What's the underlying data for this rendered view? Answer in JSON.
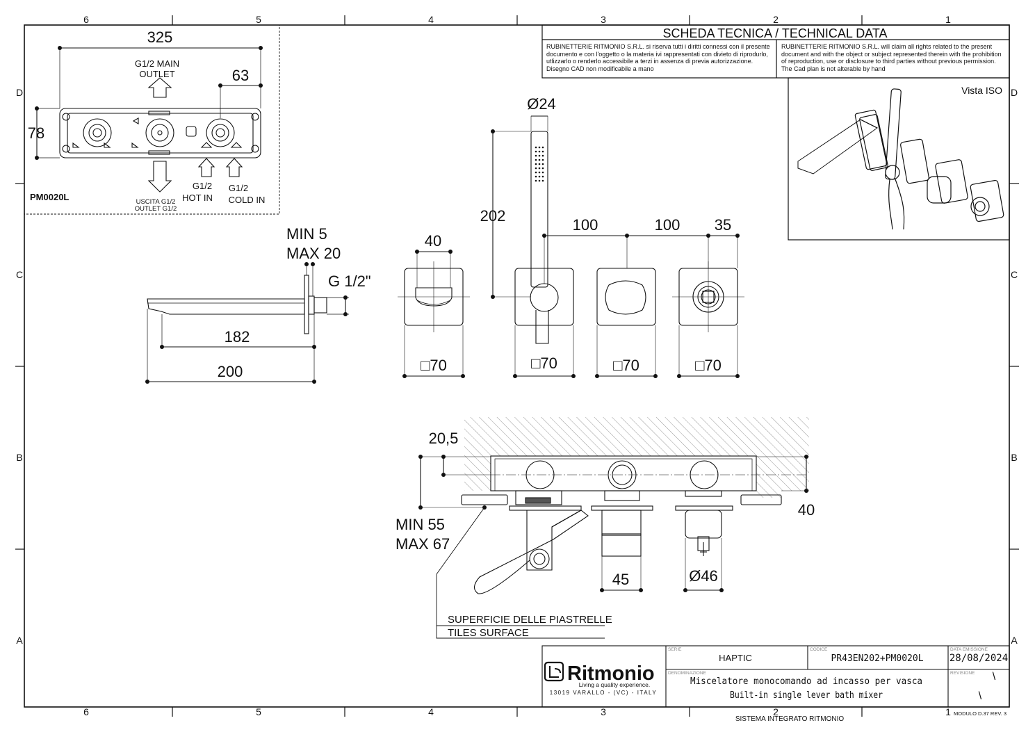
{
  "grid": {
    "columns": [
      "6",
      "5",
      "4",
      "3",
      "2",
      "1"
    ],
    "rows": [
      "D",
      "C",
      "B",
      "A"
    ]
  },
  "header": {
    "title": "SCHEDA TECNICA / TECHNICAL DATA",
    "notice_it": "RUBINETTERIE RITMONIO S.R.L. si riserva tutti i diritti connessi con il presente documento e con l'oggetto o la materia ivi rappresentati con divieto di riprodurlo, utlizzarlo o renderlo accessibile a terzi in assenza di previa autorizzazione. Disegno CAD non modificabile a mano",
    "notice_en": "RUBINETTERIE RITMONIO S.R.L. will claim all rights related to the present document and with the object or subject represented therein with the prohibition of reproduction, use or disclosure to third parties without previous permission. The Cad plan is not alterable by hand"
  },
  "iso_view": {
    "label": "Vista ISO"
  },
  "body_box": {
    "code": "PM0020L",
    "dim_width": "325",
    "dim_offset": "63",
    "dim_height": "78",
    "main_outlet": [
      "G1/2  MAIN",
      "OUTLET"
    ],
    "uscita": [
      "USCITA G1/2",
      "OUTLET G1/2"
    ],
    "hot_in": [
      "G1/2",
      "HOT IN"
    ],
    "cold_in": [
      "G1/2",
      "COLD IN"
    ]
  },
  "spout": {
    "min_max": [
      "MIN 5",
      "MAX 20"
    ],
    "thread": "G 1/2\"",
    "dim_182": "182",
    "dim_200": "200"
  },
  "front_view": {
    "dim_40": "40",
    "dim_202": "202",
    "dim_24": "Ø24",
    "dim_100a": "100",
    "dim_100b": "100",
    "dim_35": "35",
    "plate_size": "□70"
  },
  "section": {
    "dim_20_5": "20,5",
    "min_max": [
      "MIN 55",
      "MAX 67"
    ],
    "dim_40": "40",
    "dim_45": "45",
    "dim_46": "Ø46",
    "tiles_it": "SUPERFICIE DELLE PIASTRELLE",
    "tiles_en": "TILES SURFACE"
  },
  "title_block": {
    "brand": "Ritmonio",
    "tagline": "Living a quality experience.",
    "address": "13019 VARALLO - (VC) - ITALY",
    "serie_label": "SERIE",
    "serie": "HAPTIC",
    "codice_label": "CODICE",
    "codice": "PR43EN202+PM0020L",
    "data_label": "DATA EMISSIONE",
    "data": "28/08/2024",
    "denominazione_label": "DENOMINAZIONE",
    "desc_it": "Miscelatore monocomando ad incasso per vasca",
    "desc_en": "Built-in single lever bath mixer",
    "revisione_label": "REVISIONE",
    "rev_mark": "\\",
    "sistema": "SISTEMA INTEGRATO RITMONIO",
    "modulo": "MODULO D.37 REV. 3"
  }
}
